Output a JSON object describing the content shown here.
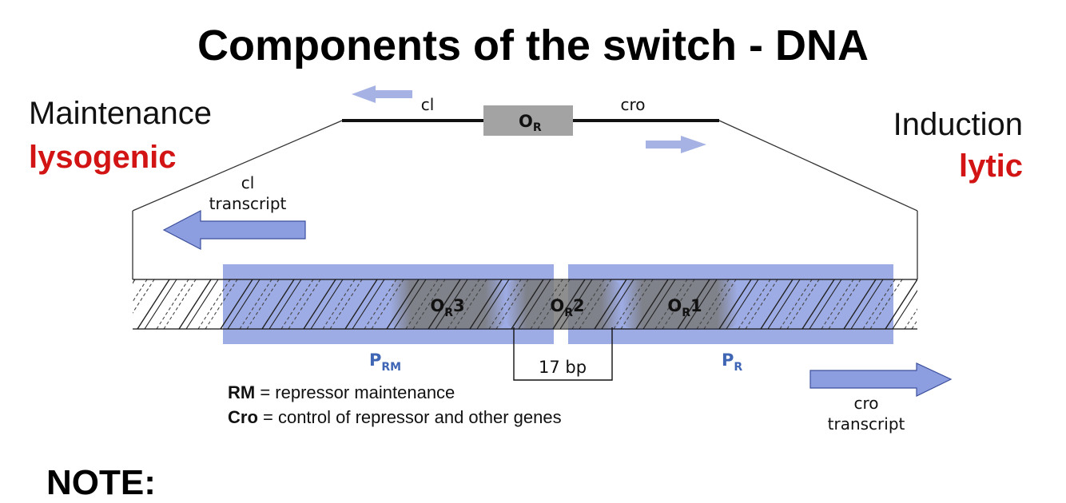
{
  "title": "Components of the switch - DNA",
  "left": {
    "label": "Maintenance",
    "mode": "lysogenic"
  },
  "right": {
    "label": "Induction",
    "mode": "lytic"
  },
  "gene_strip": {
    "left_gene": "cl",
    "operator": "O",
    "operator_sub": "R",
    "right_gene": "cro"
  },
  "transcripts": {
    "cl": [
      "cl",
      "transcript"
    ],
    "cro": [
      "cro",
      "transcript"
    ]
  },
  "operators": [
    {
      "main": "O",
      "sub": "R",
      "num": "3"
    },
    {
      "main": "O",
      "sub": "R",
      "num": "2"
    },
    {
      "main": "O",
      "sub": "R",
      "num": "1"
    }
  ],
  "promoters": {
    "prm": {
      "main": "P",
      "sub": "RM"
    },
    "pr": {
      "main": "P",
      "sub": "R"
    }
  },
  "spacing": "17 bp",
  "legend": [
    {
      "term": "RM",
      "definition": " = repressor maintenance"
    },
    {
      "term": "Cro",
      "definition": " = control of repressor and other genes"
    }
  ],
  "note": "NOTE:",
  "colors": {
    "title": "#000000",
    "mode": "#d21414",
    "promoter_box": "#8d9ee0",
    "arrow": "#a5b2e3",
    "operator_box": "#a3a3a3",
    "promoter_text": "#3f66b5"
  }
}
